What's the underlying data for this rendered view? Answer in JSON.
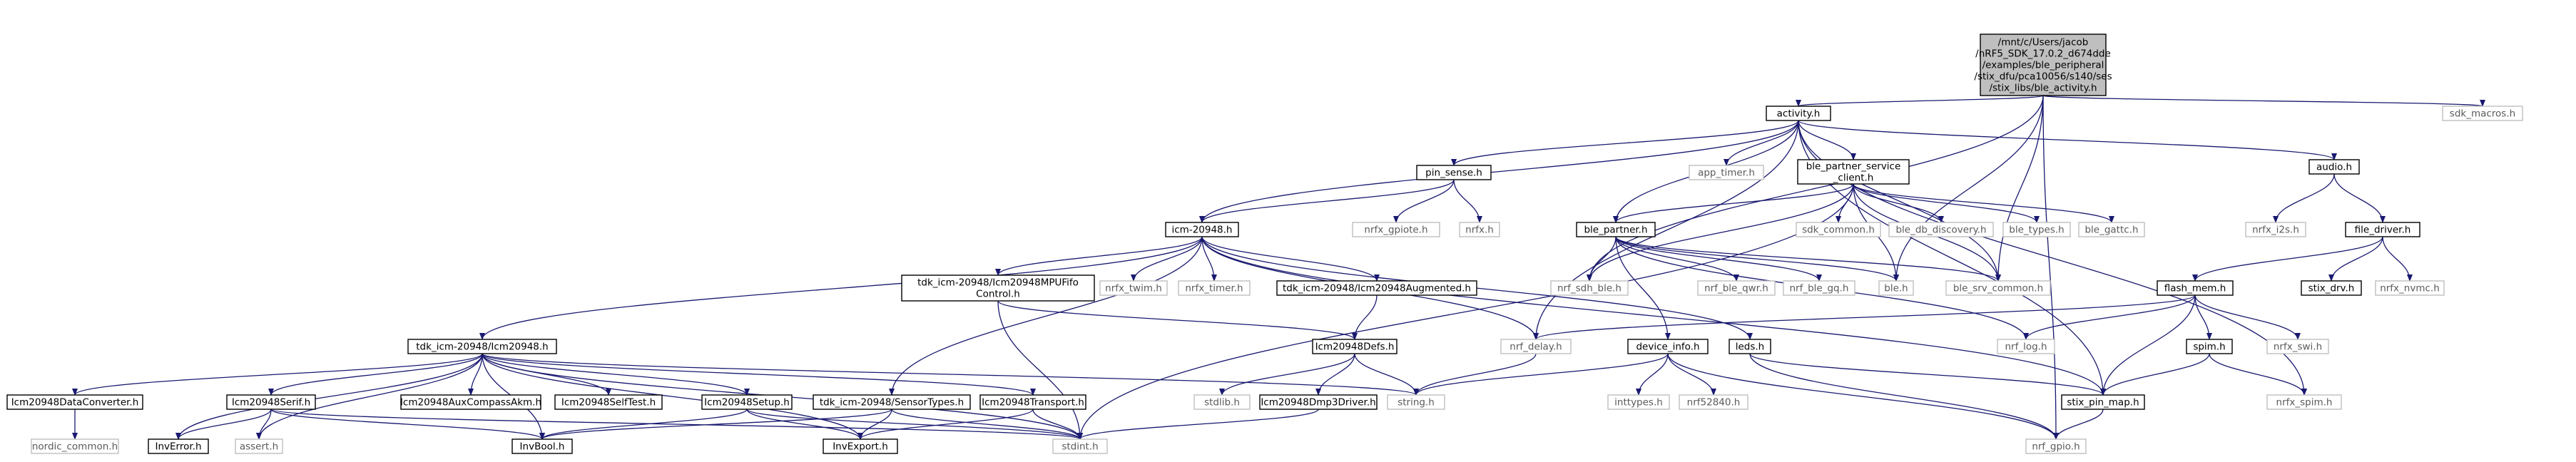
{
  "graph": {
    "title": "",
    "nodes": [
      {
        "id": "root",
        "lines": [
          "/mnt/c/Users/jacob",
          "/nRF5_SDK_17.0.2_d674dde",
          "/examples/ble_peripheral",
          "/stix_dfu/pca10056/s140/ses",
          "/stix_libs/ble_activity.h"
        ],
        "style": "root"
      },
      {
        "id": "activity",
        "lines": [
          "activity.h"
        ],
        "style": "def"
      },
      {
        "id": "sdk_macros",
        "lines": [
          "sdk_macros.h"
        ],
        "style": "ext"
      },
      {
        "id": "pin_sense",
        "lines": [
          "pin_sense.h"
        ],
        "style": "def"
      },
      {
        "id": "app_timer",
        "lines": [
          "app_timer.h"
        ],
        "style": "ext"
      },
      {
        "id": "bps_client",
        "lines": [
          "ble_partner_service",
          "_client.h"
        ],
        "style": "def"
      },
      {
        "id": "audio",
        "lines": [
          "audio.h"
        ],
        "style": "def"
      },
      {
        "id": "nrfx_gpiote",
        "lines": [
          "nrfx_gpiote.h"
        ],
        "style": "ext"
      },
      {
        "id": "nrfx",
        "lines": [
          "nrfx.h"
        ],
        "style": "ext"
      },
      {
        "id": "sdk_common",
        "lines": [
          "sdk_common.h"
        ],
        "style": "ext"
      },
      {
        "id": "ble_db_discovery",
        "lines": [
          "ble_db_discovery.h"
        ],
        "style": "ext"
      },
      {
        "id": "ble_types",
        "lines": [
          "ble_types.h"
        ],
        "style": "ext"
      },
      {
        "id": "ble_gattc",
        "lines": [
          "ble_gattc.h"
        ],
        "style": "ext"
      },
      {
        "id": "nrfx_i2s",
        "lines": [
          "nrfx_i2s.h"
        ],
        "style": "ext"
      },
      {
        "id": "file_driver",
        "lines": [
          "file_driver.h"
        ],
        "style": "def"
      },
      {
        "id": "icm20948",
        "lines": [
          "icm-20948.h"
        ],
        "style": "def"
      },
      {
        "id": "ble_partner",
        "lines": [
          "ble_partner.h"
        ],
        "style": "def"
      },
      {
        "id": "fifo",
        "lines": [
          "tdk_icm-20948/Icm20948MPUFifo",
          "Control.h"
        ],
        "style": "def"
      },
      {
        "id": "nrfx_twim",
        "lines": [
          "nrfx_twim.h"
        ],
        "style": "ext"
      },
      {
        "id": "nrfx_timer",
        "lines": [
          "nrfx_timer.h"
        ],
        "style": "ext"
      },
      {
        "id": "augmented",
        "lines": [
          "tdk_icm-20948/Icm20948Augmented.h"
        ],
        "style": "def"
      },
      {
        "id": "nrf_sdh_ble",
        "lines": [
          "nrf_sdh_ble.h"
        ],
        "style": "ext"
      },
      {
        "id": "nrf_ble_qwr",
        "lines": [
          "nrf_ble_qwr.h"
        ],
        "style": "ext"
      },
      {
        "id": "nrf_ble_gq",
        "lines": [
          "nrf_ble_gq.h"
        ],
        "style": "ext"
      },
      {
        "id": "ble",
        "lines": [
          "ble.h"
        ],
        "style": "ext"
      },
      {
        "id": "ble_srv_common",
        "lines": [
          "ble_srv_common.h"
        ],
        "style": "ext"
      },
      {
        "id": "stix_drv",
        "lines": [
          "stix_drv.h"
        ],
        "style": "def"
      },
      {
        "id": "nrfx_nvmc",
        "lines": [
          "nrfx_nvmc.h"
        ],
        "style": "ext"
      },
      {
        "id": "flash_mem",
        "lines": [
          "flash_mem.h"
        ],
        "style": "def"
      },
      {
        "id": "tdk_icm",
        "lines": [
          "tdk_icm-20948/Icm20948.h"
        ],
        "style": "def"
      },
      {
        "id": "defs",
        "lines": [
          "Icm20948Defs.h"
        ],
        "style": "def"
      },
      {
        "id": "nrf_delay",
        "lines": [
          "nrf_delay.h"
        ],
        "style": "ext"
      },
      {
        "id": "device_info",
        "lines": [
          "device_info.h"
        ],
        "style": "def"
      },
      {
        "id": "leds",
        "lines": [
          "leds.h"
        ],
        "style": "def"
      },
      {
        "id": "nrf_log",
        "lines": [
          "nrf_log.h"
        ],
        "style": "ext"
      },
      {
        "id": "spim",
        "lines": [
          "spim.h"
        ],
        "style": "def"
      },
      {
        "id": "nrfx_swi",
        "lines": [
          "nrfx_swi.h"
        ],
        "style": "ext"
      },
      {
        "id": "dataconv",
        "lines": [
          "Icm20948DataConverter.h"
        ],
        "style": "def"
      },
      {
        "id": "serif",
        "lines": [
          "Icm20948Serif.h"
        ],
        "style": "def"
      },
      {
        "id": "auxcompass",
        "lines": [
          "Icm20948AuxCompassAkm.h"
        ],
        "style": "def"
      },
      {
        "id": "selftest",
        "lines": [
          "Icm20948SelfTest.h"
        ],
        "style": "def"
      },
      {
        "id": "setup",
        "lines": [
          "Icm20948Setup.h"
        ],
        "style": "def"
      },
      {
        "id": "sensortypes",
        "lines": [
          "tdk_icm-20948/SensorTypes.h"
        ],
        "style": "def"
      },
      {
        "id": "transport",
        "lines": [
          "Icm20948Transport.h"
        ],
        "style": "def"
      },
      {
        "id": "string",
        "lines": [
          "string.h"
        ],
        "style": "ext"
      },
      {
        "id": "stdlib",
        "lines": [
          "stdlib.h"
        ],
        "style": "ext"
      },
      {
        "id": "dmp3",
        "lines": [
          "Icm20948Dmp3Driver.h"
        ],
        "style": "def"
      },
      {
        "id": "inttypes",
        "lines": [
          "inttypes.h"
        ],
        "style": "ext"
      },
      {
        "id": "nrf52840",
        "lines": [
          "nrf52840.h"
        ],
        "style": "ext"
      },
      {
        "id": "stix_pin_map",
        "lines": [
          "stix_pin_map.h"
        ],
        "style": "def"
      },
      {
        "id": "nrfx_spim",
        "lines": [
          "nrfx_spim.h"
        ],
        "style": "ext"
      },
      {
        "id": "nordic_common",
        "lines": [
          "nordic_common.h"
        ],
        "style": "ext"
      },
      {
        "id": "inverror",
        "lines": [
          "InvError.h"
        ],
        "style": "def"
      },
      {
        "id": "assert",
        "lines": [
          "assert.h"
        ],
        "style": "ext"
      },
      {
        "id": "invbool",
        "lines": [
          "InvBool.h"
        ],
        "style": "def"
      },
      {
        "id": "invexport",
        "lines": [
          "InvExport.h"
        ],
        "style": "def"
      },
      {
        "id": "stdint",
        "lines": [
          "stdint.h"
        ],
        "style": "ext"
      },
      {
        "id": "nrf_gpio",
        "lines": [
          "nrf_gpio.h"
        ],
        "style": "ext"
      }
    ],
    "edges": [
      [
        "root",
        "activity"
      ],
      [
        "root",
        "sdk_macros"
      ],
      [
        "root",
        "nrf_sdh_ble"
      ],
      [
        "root",
        "ble"
      ],
      [
        "root",
        "ble_srv_common"
      ],
      [
        "root",
        "nrf_gpio"
      ],
      [
        "activity",
        "pin_sense"
      ],
      [
        "activity",
        "app_timer"
      ],
      [
        "activity",
        "bps_client"
      ],
      [
        "activity",
        "audio"
      ],
      [
        "activity",
        "icm20948"
      ],
      [
        "activity",
        "ble_partner"
      ],
      [
        "activity",
        "nrf_delay"
      ],
      [
        "activity",
        "stix_pin_map"
      ],
      [
        "activity",
        "nrfx_spim"
      ],
      [
        "activity",
        "ble_srv_common"
      ],
      [
        "pin_sense",
        "nrfx_gpiote"
      ],
      [
        "pin_sense",
        "nrfx"
      ],
      [
        "pin_sense",
        "icm20948"
      ],
      [
        "bps_client",
        "sdk_common"
      ],
      [
        "bps_client",
        "ble_db_discovery"
      ],
      [
        "bps_client",
        "ble_types"
      ],
      [
        "bps_client",
        "ble_gattc"
      ],
      [
        "bps_client",
        "ble_partner"
      ],
      [
        "bps_client",
        "nrf_sdh_ble"
      ],
      [
        "bps_client",
        "ble"
      ],
      [
        "bps_client",
        "ble_srv_common"
      ],
      [
        "bps_client",
        "stdint"
      ],
      [
        "audio",
        "nrfx_i2s"
      ],
      [
        "audio",
        "file_driver"
      ],
      [
        "file_driver",
        "flash_mem"
      ],
      [
        "file_driver",
        "stix_drv"
      ],
      [
        "file_driver",
        "nrfx_nvmc"
      ],
      [
        "icm20948",
        "tdk_icm"
      ],
      [
        "icm20948",
        "fifo"
      ],
      [
        "icm20948",
        "nrfx_twim"
      ],
      [
        "icm20948",
        "nrfx_timer"
      ],
      [
        "icm20948",
        "augmented"
      ],
      [
        "icm20948",
        "nrf_delay"
      ],
      [
        "icm20948",
        "leds"
      ],
      [
        "icm20948",
        "sensortypes"
      ],
      [
        "icm20948",
        "stix_pin_map"
      ],
      [
        "ble_partner",
        "nrf_sdh_ble"
      ],
      [
        "ble_partner",
        "nrf_ble_qwr"
      ],
      [
        "ble_partner",
        "nrf_ble_gq"
      ],
      [
        "ble_partner",
        "ble"
      ],
      [
        "ble_partner",
        "ble_srv_common"
      ],
      [
        "ble_partner",
        "device_info"
      ],
      [
        "ble_partner",
        "nrf_log"
      ],
      [
        "fifo",
        "defs"
      ],
      [
        "fifo",
        "stdint"
      ],
      [
        "augmented",
        "defs"
      ],
      [
        "flash_mem",
        "nrf_delay"
      ],
      [
        "flash_mem",
        "nrf_log"
      ],
      [
        "flash_mem",
        "spim"
      ],
      [
        "flash_mem",
        "nrfx_swi"
      ],
      [
        "flash_mem",
        "stix_pin_map"
      ],
      [
        "spim",
        "nrfx_spim"
      ],
      [
        "spim",
        "stix_pin_map"
      ],
      [
        "tdk_icm",
        "dataconv"
      ],
      [
        "tdk_icm",
        "serif"
      ],
      [
        "tdk_icm",
        "auxcompass"
      ],
      [
        "tdk_icm",
        "selftest"
      ],
      [
        "tdk_icm",
        "setup"
      ],
      [
        "tdk_icm",
        "transport"
      ],
      [
        "tdk_icm",
        "string"
      ],
      [
        "tdk_icm",
        "stdint"
      ],
      [
        "tdk_icm",
        "inverror"
      ],
      [
        "tdk_icm",
        "invbool"
      ],
      [
        "tdk_icm",
        "invexport"
      ],
      [
        "tdk_icm",
        "assert"
      ],
      [
        "defs",
        "stdlib"
      ],
      [
        "defs",
        "dmp3"
      ],
      [
        "defs",
        "string"
      ],
      [
        "device_info",
        "inttypes"
      ],
      [
        "device_info",
        "nrf52840"
      ],
      [
        "device_info",
        "string"
      ],
      [
        "device_info",
        "nrf_gpio"
      ],
      [
        "leds",
        "stix_pin_map"
      ],
      [
        "leds",
        "nrf_gpio"
      ],
      [
        "stix_pin_map",
        "nrf_gpio"
      ],
      [
        "dataconv",
        "nordic_common"
      ],
      [
        "serif",
        "inverror"
      ],
      [
        "serif",
        "assert"
      ],
      [
        "serif",
        "invbool"
      ],
      [
        "serif",
        "stdint"
      ],
      [
        "setup",
        "invbool"
      ],
      [
        "setup",
        "invexport"
      ],
      [
        "setup",
        "stdint"
      ],
      [
        "sensortypes",
        "invbool"
      ],
      [
        "sensortypes",
        "invexport"
      ],
      [
        "sensortypes",
        "stdint"
      ],
      [
        "transport",
        "invexport"
      ],
      [
        "transport",
        "stdint"
      ],
      [
        "dmp3",
        "stdint"
      ],
      [
        "nrf_delay",
        "string"
      ]
    ]
  }
}
